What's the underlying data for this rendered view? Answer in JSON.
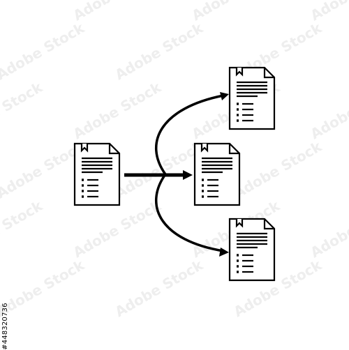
{
  "image": {
    "kind": "icon",
    "icon_name": "document-distribution-icon",
    "document_count": 4,
    "arrow_count": 3
  },
  "watermark": {
    "text": "Adobe Stock",
    "color": "#eeeeee"
  },
  "stock_id": "#448320736",
  "colors": {
    "background": "#ffffff",
    "stroke": "#000000"
  }
}
